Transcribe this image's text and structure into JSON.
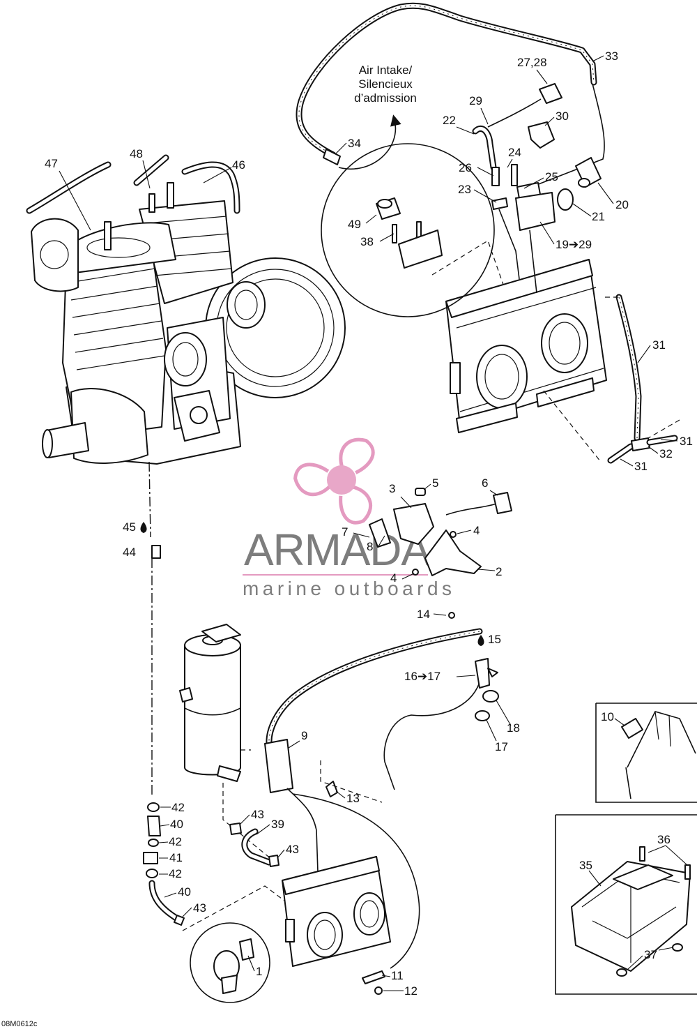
{
  "diagram": {
    "code": "08M0612c",
    "air_intake_note": [
      "Air Intake/",
      "Silencieux",
      "d’admission"
    ],
    "callouts": [
      "33",
      "27,28",
      "29",
      "30",
      "22",
      "24",
      "26",
      "25",
      "23",
      "20",
      "21",
      "49",
      "38",
      "19➔29",
      "34",
      "47",
      "48",
      "46",
      "31",
      "31",
      "32",
      "31",
      "5",
      "6",
      "3",
      "45",
      "4",
      "7",
      "44",
      "8",
      "2",
      "4",
      "14",
      "15",
      "16➔17",
      "9",
      "10",
      "18",
      "17",
      "13",
      "42",
      "43",
      "40",
      "39",
      "42",
      "36",
      "43",
      "41",
      "35",
      "42",
      "40",
      "43",
      "37",
      "1",
      "11",
      "12"
    ]
  },
  "watermark": {
    "brand": "ARMADA",
    "tagline": "marine outboards",
    "accent_color": "#e49ac0",
    "text_color": "#7d7d7d"
  }
}
